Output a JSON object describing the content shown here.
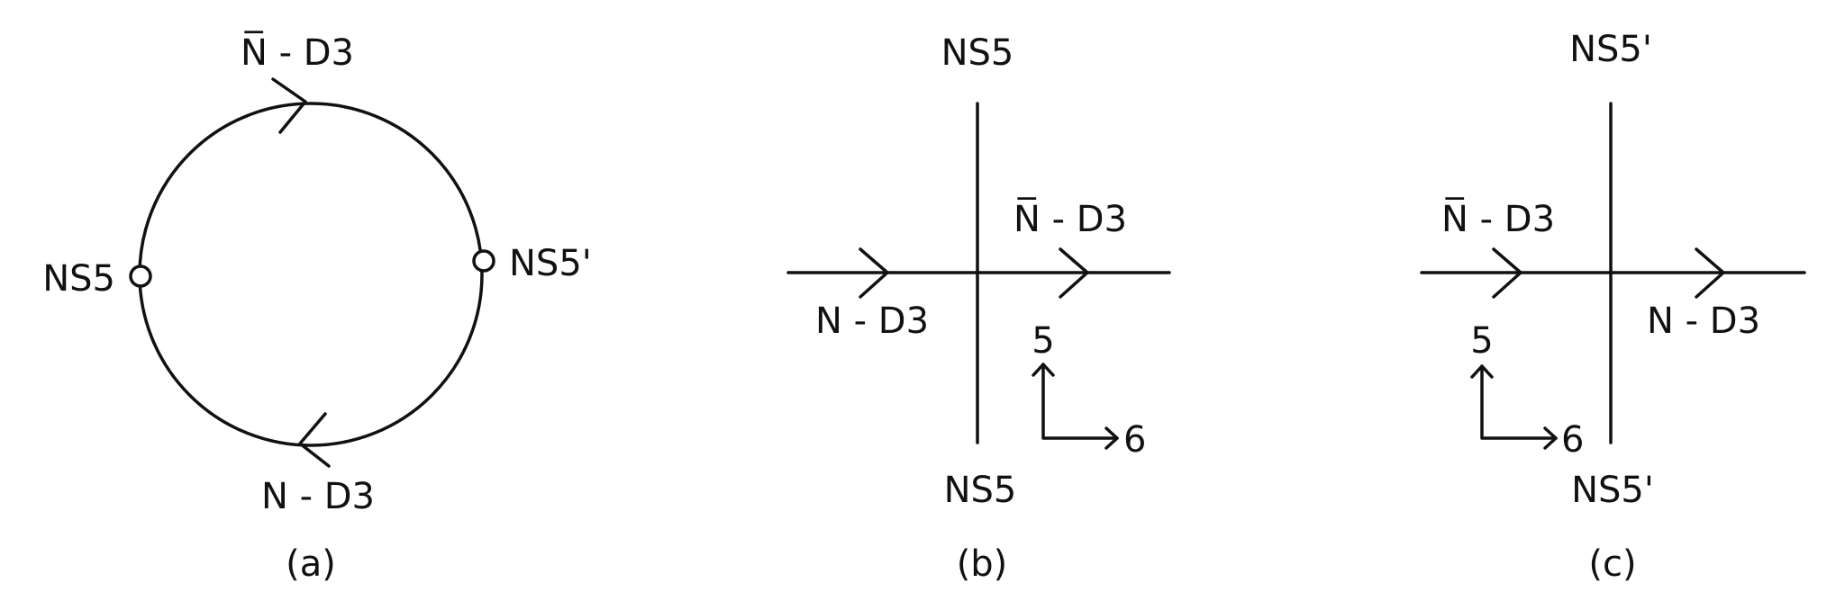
{
  "panel_a": {
    "caption": "(a)",
    "top_label": "N̅ - D3",
    "bottom_label": "N - D3",
    "left_node": "NS5",
    "right_node": "NS5'"
  },
  "panel_b": {
    "caption": "(b)",
    "top_label": "NS5",
    "bottom_label": "NS5",
    "right_string": "N̅ - D3",
    "left_string": "N - D3",
    "axis_vertical": "5",
    "axis_horizontal": "6"
  },
  "panel_c": {
    "caption": "(c)",
    "top_label": "NS5'",
    "bottom_label": "NS5'",
    "left_string": "N̅ - D3",
    "right_string": "N - D3",
    "axis_vertical": "5",
    "axis_horizontal": "6"
  }
}
